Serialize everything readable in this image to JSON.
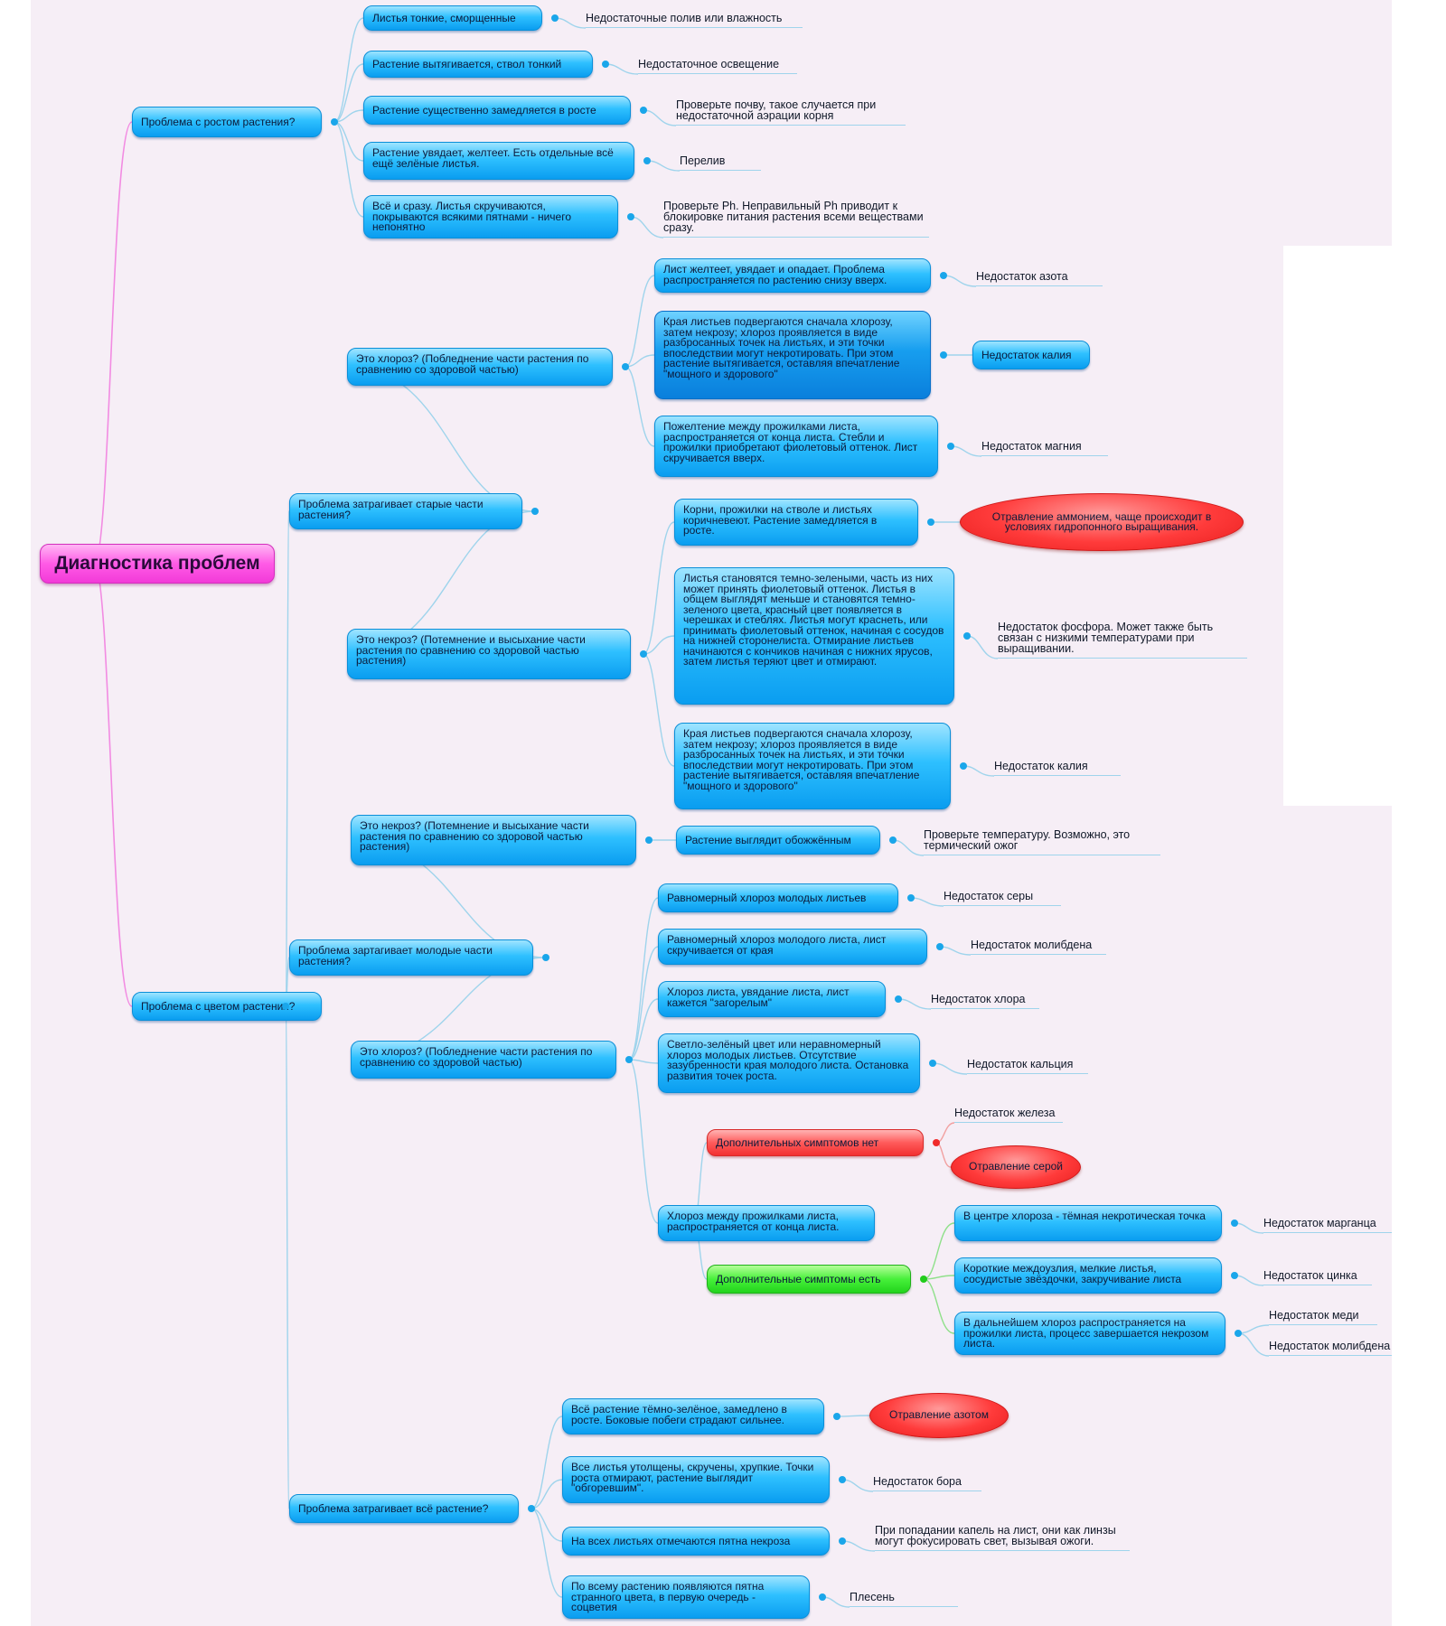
{
  "root": "Диагностика проблем",
  "growth": {
    "question": "Проблема с ростом растения?",
    "symptoms": [
      {
        "label": "Листья тонкие, сморщенные",
        "answer": "Недостаточные полив или влажность"
      },
      {
        "label": "Растение вытягивается, ствол тонкий",
        "answer": "Недостаточное освещение"
      },
      {
        "label": "Растение существенно замедляется в росте",
        "answer": "Проверьте почву, такое случается при недостаточной аэрации корня"
      },
      {
        "label": "Растение увядает, желтеет. Есть отдельные всё ещё зелёные листья.",
        "answer": "Перелив"
      },
      {
        "label": "Всё и сразу. Листья скручиваются, покрываются всякими пятнами - ничего непонятно",
        "answer": "Проверьте Ph. Неправильный Ph приводит к блокировке питания растения всеми веществами сразу."
      }
    ]
  },
  "color": {
    "question": "Проблема с цветом растения?",
    "old_parts": {
      "label": "Проблема затрагивает старые части растения?",
      "chlorosis": {
        "label": "Это хлороз? (Побледнение части растения по сравнению со здоровой частью)",
        "items": [
          {
            "label": "Лист желтеет, увядает и опадает. Проблема распространяется по растению снизу вверх.",
            "answer": "Недостаток азота"
          },
          {
            "label": "Края листьев подвергаются сначала хлорозу, затем некрозу; хлороз проявляется в виде разбросанных точек на листьях, и эти точки впоследствии могут некротировать. При этом растение вытягивается, оставляя впечатление \"мощного и здорового\"",
            "answer": "Недостаток калия"
          },
          {
            "label": "Пожелтение между прожилками листа, распространяется от конца листа. Стебли и прожилки приобретают фиолетовый оттенок. Лист скручивается вверх.",
            "answer": "Недостаток магния"
          }
        ]
      },
      "necrosis": {
        "label": "Это некроз? (Потемнение и высыхание части растения по сравнению со здоровой частью растения)",
        "items": [
          {
            "label": "Корни, прожилки на стволе и листьях коричневеют. Растение замедляется в росте.",
            "answer": "Отравление аммонием, чаще происходит в условиях гидропонного выращивания."
          },
          {
            "label": "Листья становятся темно-зелеными, часть из них может принять фиолетовый оттенок. Листья в общем выглядят меньше и становятся темно-зеленого цвета, красный цвет появляется в черешках и стеблях. Листья могут краснеть, или принимать фиолетовый оттенок, начиная с сосудов на нижней сторонелиста. Отмирание листьев начинаются с кончиков начиная с нижних ярусов, затем листья теряют цвет и отмирают.",
            "answer": "Недостаток фосфора. Может также быть связан с низкими температурами при выращивании."
          },
          {
            "label": "Края листьев подвергаются сначала хлорозу, затем некрозу; хлороз проявляется в виде разбросанных точек на листьях, и эти точки впоследствии могут некротировать. При этом растение вытягивается, оставляя впечатление \"мощного и здорового\"",
            "answer": "Недостаток калия"
          }
        ]
      }
    },
    "young_parts": {
      "label": "Проблема зартагивает молодые части растения?",
      "necrosis": {
        "label": "Это некроз? (Потемнение и высыхание части растения по сравнению со здоровой частью растения)",
        "item": "Растение выглядит обожжённым",
        "answer": "Проверьте температуру. Возможно, это термический ожог"
      },
      "chlorosis": {
        "label": "Это хлороз? (Побледнение части растения по сравнению со здоровой частью)",
        "items": [
          {
            "label": "Равномерный хлороз молодых листьев",
            "answer": "Недостаток серы"
          },
          {
            "label": "Равномерный хлороз молодого листа, лист скручивается от края",
            "answer": "Недостаток молибдена"
          },
          {
            "label": "Хлороз листа, увядание листа, лист кажется \"загорелым\"",
            "answer": "Недостаток хлора"
          },
          {
            "label": "Светло-зелёный цвет или неравномерный хлороз молодых листьев. Отсутствие зазубренности края молодого листа. Остановка развития точек роста.",
            "answer": "Недостаток кальция"
          }
        ],
        "interveinal": {
          "label": "Хлороз между прожилками листа, распространяется от конца листа.",
          "no_extra": {
            "label": "Дополнительных симптомов нет",
            "answer_iron": "Недостаток железа",
            "answer_sulfur": "Отравление серой"
          },
          "extra": {
            "label": "Дополнительные симптомы есть",
            "items": [
              {
                "label": "В центре хлороза - тёмная некротическая точка",
                "answer": "Недостаток марганца"
              },
              {
                "label": "Короткие междоузлия, мелкие листья, сосудистые звёздочки, закручивание листа",
                "answer": "Недостаток цинка"
              },
              {
                "label": "В дальнейшем хлороз распространяется на прожилки листа, процесс завершается некрозом листа.",
                "answer1": "Недостаток меди",
                "answer2": "Недостаток молибдена"
              }
            ]
          }
        }
      }
    },
    "whole_plant": {
      "label": "Проблема затрагивает всё растение?",
      "items": [
        {
          "label": "Всё растение тёмно-зелёное, замедлено в росте. Боковые побеги страдают сильнее.",
          "answer": "Отравление азотом"
        },
        {
          "label": "Все листья утолщены, скручены, хрупкие. Точки роста отмирают, растение выглядит \"обгоревшим\".",
          "answer": "Недостаток бора"
        },
        {
          "label": "На всех листьях отмечаются пятна некроза",
          "answer": "При попадании капель на лист, они как линзы могут фокусировать свет, вызывая ожоги."
        },
        {
          "label": "По всему растению появляются пятна странного цвета, в первую очередь - соцветия",
          "answer": "Плесень"
        }
      ]
    }
  }
}
